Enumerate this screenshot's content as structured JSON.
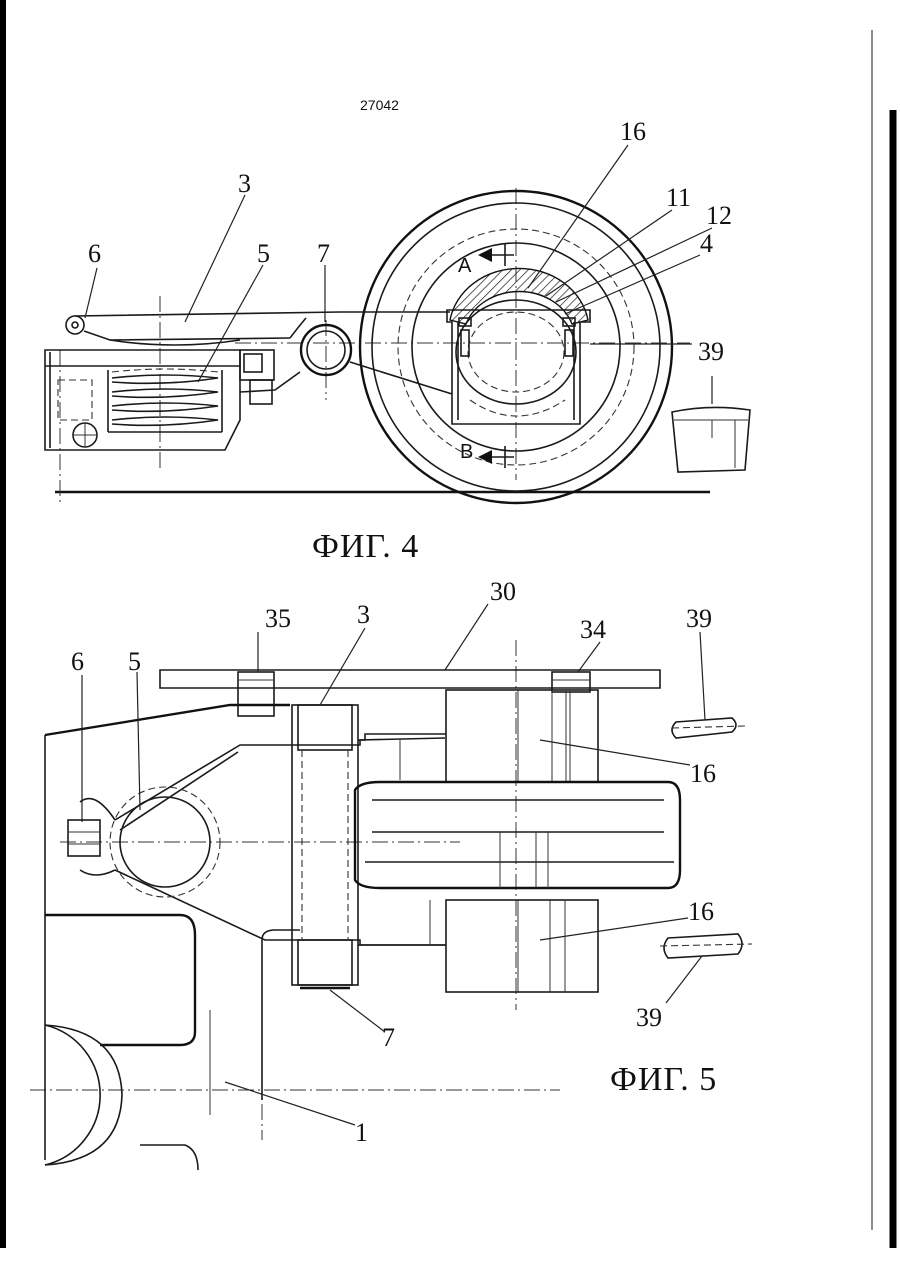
{
  "page": {
    "number": "27042"
  },
  "figure4": {
    "caption": "ФИГ. 4",
    "labels": {
      "l3": "3",
      "l4": "4",
      "l5": "5",
      "l6": "6",
      "l7": "7",
      "l11": "11",
      "l12": "12",
      "l16": "16",
      "l39": "39"
    },
    "section_marks": {
      "a": "A",
      "b": "B"
    }
  },
  "figure5": {
    "caption": "ФИГ. 5",
    "labels": {
      "l1": "1",
      "l3": "3",
      "l5": "5",
      "l6": "6",
      "l7": "7",
      "l16_top": "16",
      "l16_bottom": "16",
      "l30": "30",
      "l34": "34",
      "l35": "35",
      "l39_top": "39",
      "l39_bottom": "39"
    }
  }
}
